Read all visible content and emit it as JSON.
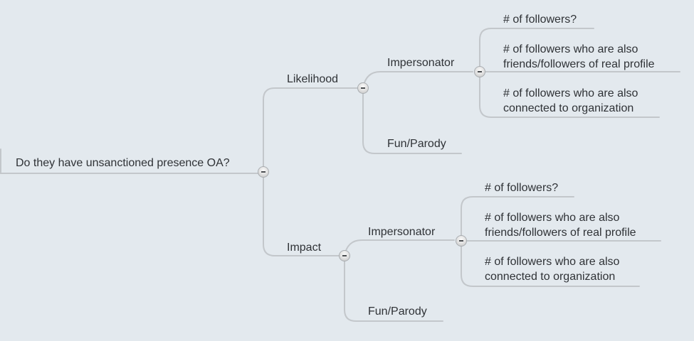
{
  "mindmap": {
    "root": {
      "label": "Do they have unsanctioned presence OA?"
    },
    "branches": [
      {
        "label": "Likelihood",
        "children": [
          {
            "label": "Impersonator",
            "children": [
              {
                "label": "# of followers?"
              },
              {
                "line1": "# of followers who are also",
                "line2": "friends/followers of real profile"
              },
              {
                "line1": "# of followers who are also",
                "line2": "connected to organization"
              }
            ]
          },
          {
            "label": "Fun/Parody"
          }
        ]
      },
      {
        "label": "Impact",
        "children": [
          {
            "label": "Impersonator",
            "children": [
              {
                "label": "# of followers?"
              },
              {
                "line1": "# of followers who are also",
                "line2": "friends/followers of real profile"
              },
              {
                "line1": "# of followers who are also",
                "line2": "connected to organization"
              }
            ]
          },
          {
            "label": "Fun/Parody"
          }
        ]
      }
    ]
  },
  "colors": {
    "background": "#e3e9ee",
    "connector": "#c3c7cb",
    "text": "#2f3236"
  }
}
